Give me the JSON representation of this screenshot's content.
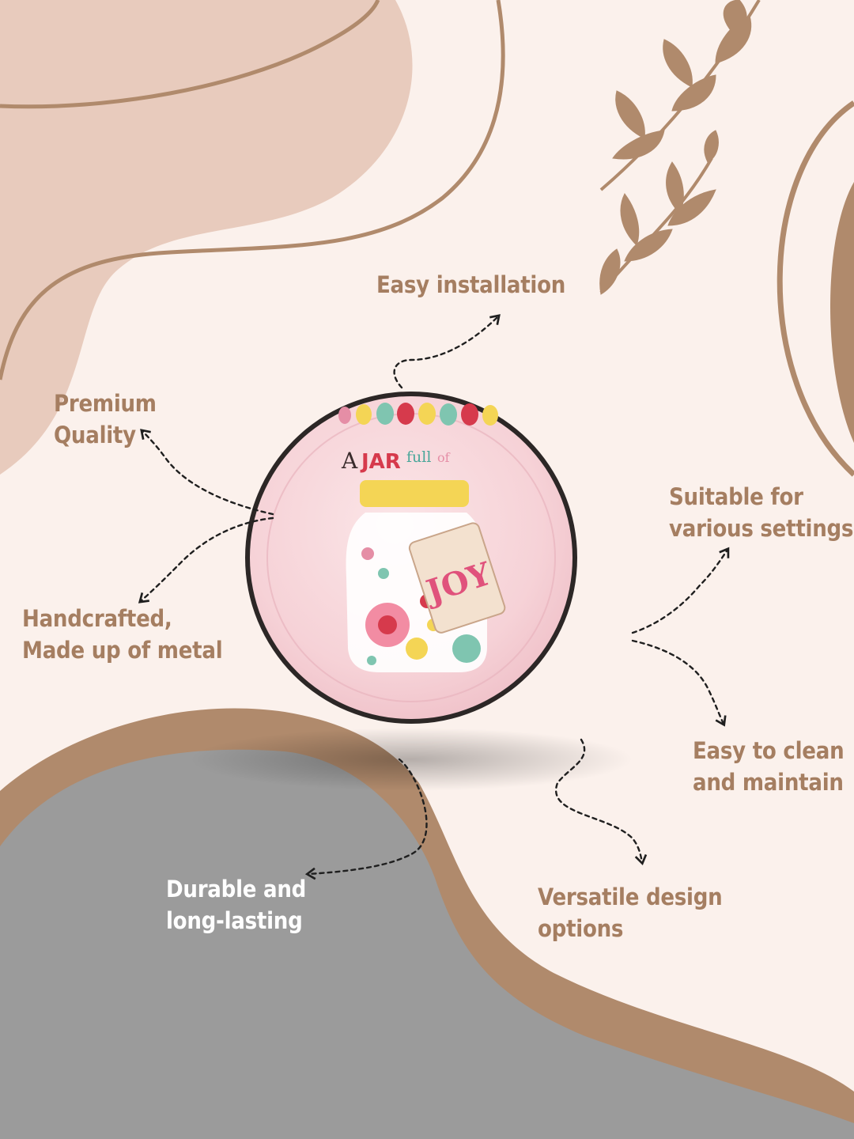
{
  "features": {
    "easy_installation": "Easy installation",
    "premium_quality": [
      "Premium",
      "Quality"
    ],
    "suitable_for_settings": [
      "Suitable for",
      "various settings"
    ],
    "handcrafted": [
      "Handcrafted,",
      "Made up of metal"
    ],
    "easy_to_clean": [
      "Easy to clean",
      "and maintain"
    ],
    "durable": [
      "Durable and",
      "long-lasting"
    ],
    "versatile": [
      "Versatile design",
      "options"
    ]
  },
  "product_artwork": {
    "headline_parts": [
      "A",
      "JAR",
      "full",
      "of"
    ],
    "tag_text": "JOY"
  },
  "colors": {
    "background": "#fbf1ec",
    "accent_brown": "#b08a6c",
    "light_brown": "#e8cbbd",
    "gray": "#9b9b9b",
    "label_brown": "#a57e61",
    "label_white": "#ffffff",
    "plate_pink": "#f7d9dc",
    "lid_yellow": "#f4d555",
    "tag_pink": "#e0527c"
  }
}
